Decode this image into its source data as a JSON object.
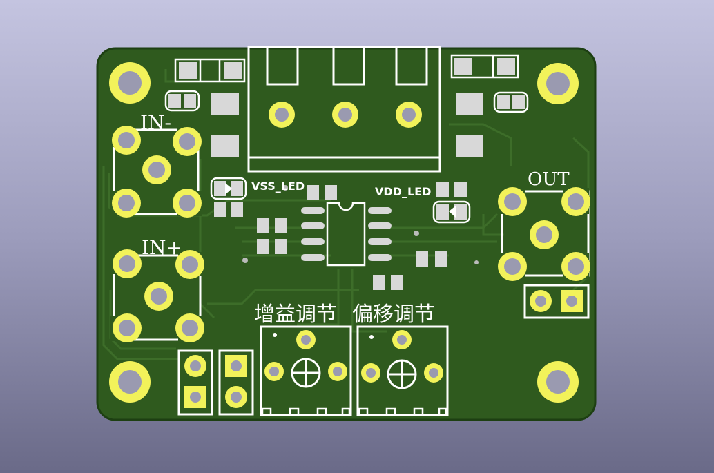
{
  "labels": {
    "in_minus": "IN-",
    "in_plus": "IN+",
    "out": "OUT",
    "vss_led": "VSS_LED",
    "vdd_led": "VDD_LED",
    "gain_adjust": "增益调节",
    "offset_adjust": "偏移调节"
  },
  "colors": {
    "background_top": "#c4c4e0",
    "background_bottom": "#6a6a88",
    "board": "#2f5a1e",
    "board_edge": "#1d3f12",
    "copper_trace": "#3d6d29",
    "silkscreen": "#ffffff",
    "pad_gold": "#f2f25a",
    "pad_smd": "#d8d8d8",
    "drill": "#9a9ab0"
  },
  "icons": [
    "mounting-hole-icon",
    "bnc-connector-icon",
    "potentiometer-icon",
    "header-pin-icon",
    "screw-terminal-icon",
    "led-icon"
  ]
}
